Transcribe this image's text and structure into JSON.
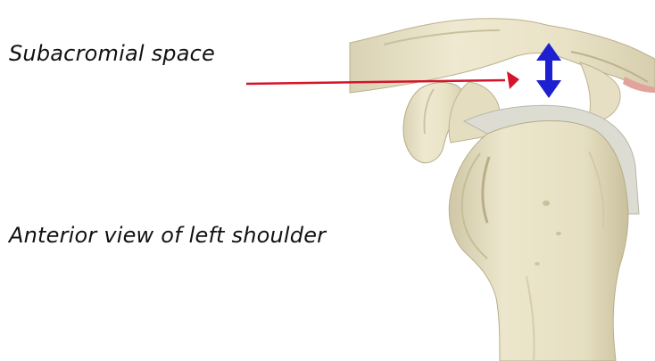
{
  "labels": {
    "subacromial_space": "Subacromial space",
    "view": "Anterior view of left shoulder"
  },
  "colors": {
    "pointer": "#d3142a",
    "space_arrow": "#1d1fd0",
    "bone": "#ece6cc",
    "bone_shadow": "#c8c09e",
    "cartilage": "#dcdcd2",
    "background": "#ffffff"
  },
  "icons": {
    "pointer": "red-pointer-arrow",
    "space_indicator": "blue-double-headed-arrow"
  }
}
